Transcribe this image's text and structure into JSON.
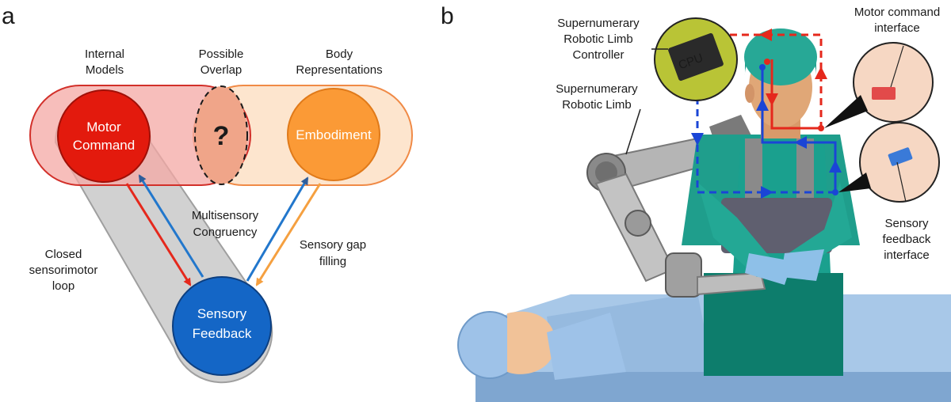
{
  "panel_a": {
    "panel_label": "a",
    "top_labels": {
      "internal_models": [
        "Internal",
        "Models"
      ],
      "possible_overlap": [
        "Possible",
        "Overlap"
      ],
      "body_representations": [
        "Body",
        "Representations"
      ]
    },
    "motor_command": [
      "Motor",
      "Command"
    ],
    "overlap_mark": "?",
    "embodiment": "Embodiment",
    "sensory_feedback": [
      "Sensory",
      "Feedback"
    ],
    "multisensory_congruency": [
      "Multisensory",
      "Congruency"
    ],
    "sensory_gap_filling": [
      "Sensory gap",
      "filling"
    ],
    "closed_loop": [
      "Closed",
      "sensorimotor",
      "loop"
    ],
    "colors": {
      "internal_band": "#f4b3b0",
      "body_band": "#fde0c6",
      "motor": "#e0180c",
      "embodiment": "#fb9a36",
      "sensory": "#1466c6",
      "loop": "#cfcfcf",
      "arrow_red": "#e5281c",
      "arrow_blue": "#2277cc",
      "arrow_orange": "#f5a040"
    }
  },
  "panel_b": {
    "panel_label": "b",
    "controller_label": [
      "Supernumerary",
      "Robotic Limb",
      "Controller"
    ],
    "chip_text": "CPU",
    "limb_label": [
      "Supernumerary",
      "Robotic Limb"
    ],
    "motor_interface_label": [
      "Motor command",
      "interface"
    ],
    "sensory_interface_label": [
      "Sensory",
      "feedback",
      "interface"
    ],
    "colors": {
      "motor_path": "#e5281c",
      "sensory_path": "#1a45d6",
      "scrubs": "#1f9e8c",
      "skin": "#e0a777",
      "robot": "#a9a9a9",
      "bed": "#a8c8e8"
    }
  }
}
